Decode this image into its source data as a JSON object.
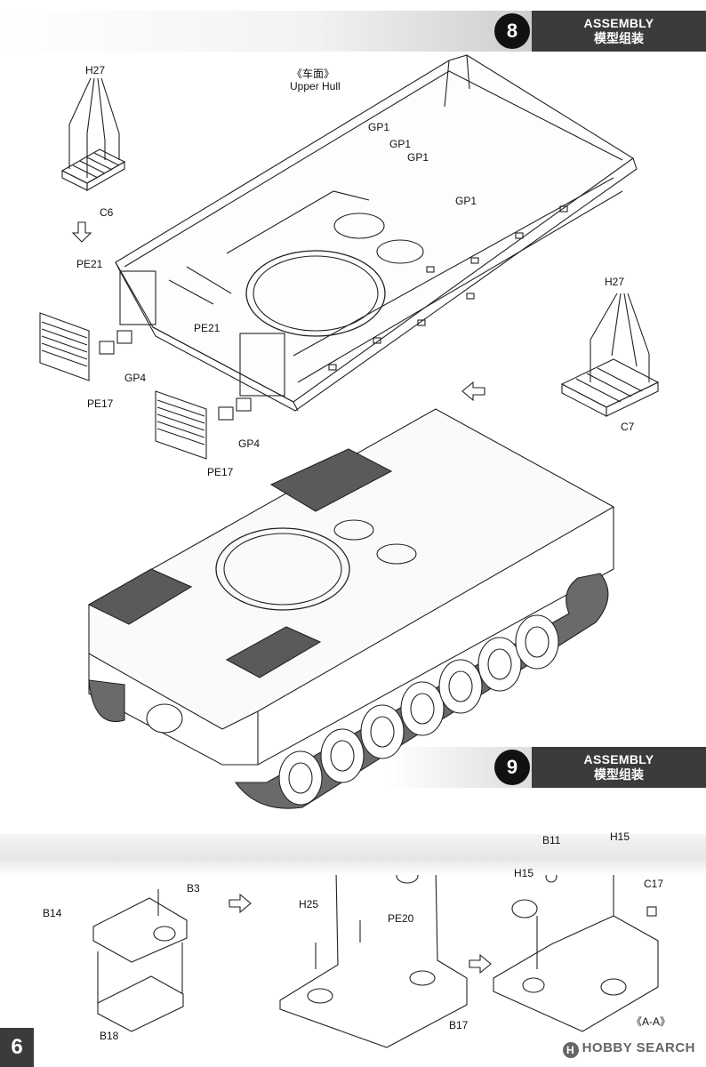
{
  "steps": [
    {
      "number": "8",
      "title_en": "ASSEMBLY",
      "title_cn": "模型组装"
    },
    {
      "number": "9",
      "title_en": "ASSEMBLY",
      "title_cn": "模型组装"
    }
  ],
  "step8_labels": {
    "h27_left": "H27",
    "c6": "C6",
    "upper_hull_cn": "《车面》",
    "upper_hull_en": "Upper Hull",
    "gp1_a": "GP1",
    "gp1_b": "GP1",
    "gp1_c": "GP1",
    "gp1_d": "GP1",
    "pe21_left": "PE21",
    "pe21_mid": "PE21",
    "gp4_left": "GP4",
    "gp4_mid": "GP4",
    "pe17_left": "PE17",
    "pe17_mid": "PE17",
    "h27_right": "H27",
    "c7": "C7"
  },
  "step9_labels": {
    "b3": "B3",
    "b14": "B14",
    "b18": "B18",
    "h25": "H25",
    "pe20": "PE20",
    "b17": "B17",
    "b11": "B11",
    "h15_top": "H15",
    "h15_left": "H15",
    "c17": "C17",
    "section": "《A-A》"
  },
  "page_number": "6",
  "watermark": {
    "logo": "H",
    "text": "HOBBY SEARCH"
  }
}
